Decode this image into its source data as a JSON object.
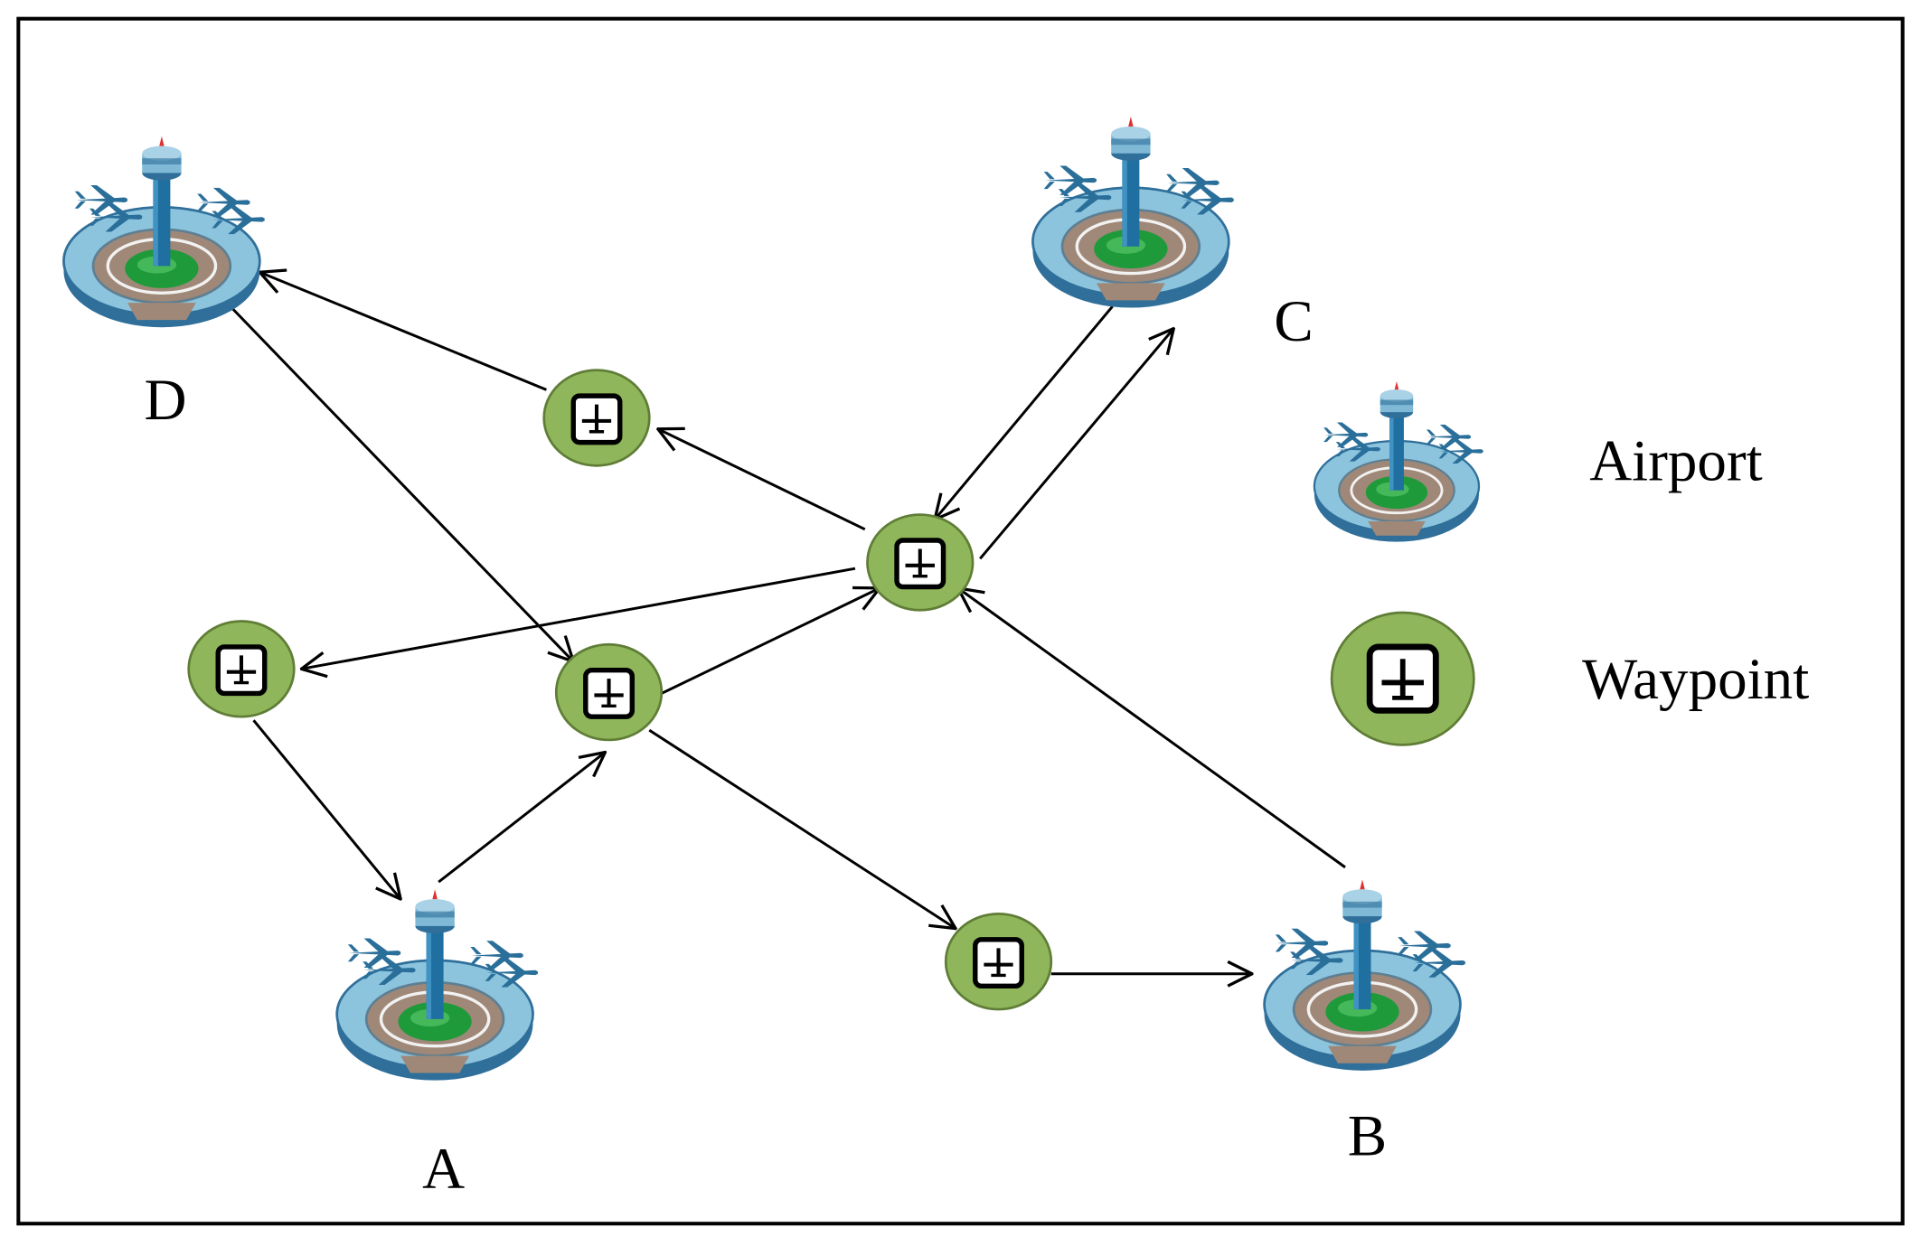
{
  "airports": [
    {
      "id": "D",
      "label": "D"
    },
    {
      "id": "C",
      "label": "C"
    },
    {
      "id": "A",
      "label": "A"
    },
    {
      "id": "B",
      "label": "B"
    }
  ],
  "waypoints": [
    "W1",
    "W2",
    "W3",
    "W4",
    "W5"
  ],
  "connections": [
    {
      "from": "W1",
      "to": "D"
    },
    {
      "from": "D",
      "to": "W3"
    },
    {
      "from": "W2",
      "to": "W1"
    },
    {
      "from": "C",
      "to": "W2"
    },
    {
      "from": "W2",
      "to": "C"
    },
    {
      "from": "W2",
      "to": "W4"
    },
    {
      "from": "W3",
      "to": "W2"
    },
    {
      "from": "B",
      "to": "W2"
    },
    {
      "from": "W4",
      "to": "A"
    },
    {
      "from": "A",
      "to": "W3"
    },
    {
      "from": "W3",
      "to": "W5"
    },
    {
      "from": "W5",
      "to": "B"
    }
  ],
  "legend": {
    "airport_label": "Airport",
    "waypoint_label": "Waypoint"
  },
  "icons": {
    "airport": "airport-tower-icon",
    "waypoint": "plane-waypoint-icon"
  },
  "colors": {
    "waypoint_fill": "#8fb65a",
    "waypoint_stroke": "#5f7d36",
    "airport_ring": "#7fb9d6",
    "airport_dark": "#2f6f9a",
    "runway": "#a08878",
    "field": "#1f9a3a",
    "tower": "#1f6fa0",
    "plane": "#2a6f9a",
    "beacon": "#e03030"
  }
}
